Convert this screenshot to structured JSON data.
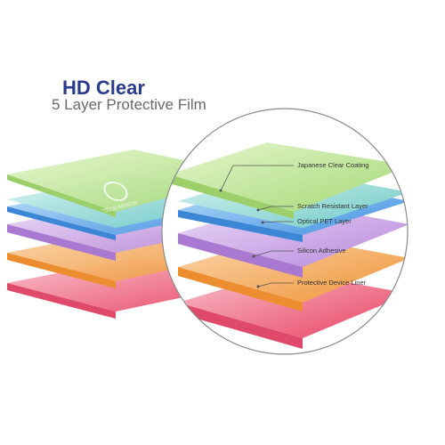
{
  "header": {
    "title": "HD Clear",
    "subtitle": "5 Layer Protective Film"
  },
  "logo_text": "TECH ARMOR",
  "layers": [
    {
      "label": "Japanese Clear Coating",
      "color": "#b9e393"
    },
    {
      "label": "Scratch Resistant Layer",
      "color": "#7fd3d0"
    },
    {
      "label": "Optical PET Layer",
      "color": "#5aa4e6"
    },
    {
      "label": "Silicon Adhesive",
      "color": "#c7a2e2"
    },
    {
      "label": "Protective Device Liner",
      "color": "#f0a860"
    }
  ],
  "base_layer_color": "#ee5d7d"
}
